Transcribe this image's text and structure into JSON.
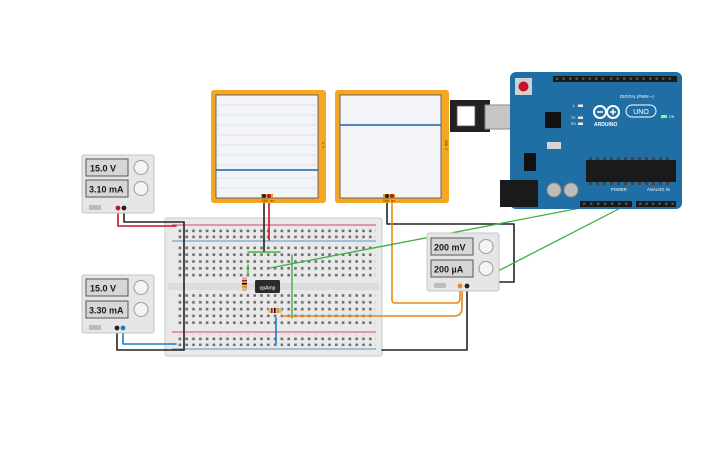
{
  "supply_top": {
    "voltage": "15.0 V",
    "current": "3.10 mA"
  },
  "supply_bottom": {
    "voltage": "15.0 V",
    "current": "3.30 mA"
  },
  "multimeter": {
    "voltage": "200 mV",
    "current": "200 µA"
  },
  "scope_left": {
    "scale": "5 V",
    "time": "500 ms"
  },
  "scope_right": {
    "scale": "100 V",
    "time": "500 ms"
  },
  "opamp": {
    "label": "opAmp"
  },
  "arduino": {
    "brand": "ARDUINO",
    "model": "UNO",
    "digital_label": "DIGITAL (PWM ~)",
    "power_label": "POWER",
    "analog_label": "ANALOG IN",
    "on_label": "ON",
    "tx_label": "TX",
    "rx_label": "RX",
    "l_label": "L"
  },
  "colors": {
    "wire_red": "#c8102e",
    "wire_black": "#222222",
    "wire_green": "#3cb043",
    "wire_orange": "#e8891c",
    "wire_blue": "#1a7fc1",
    "scope_frame": "#f5a623",
    "arduino_board": "#1f6fa5"
  }
}
